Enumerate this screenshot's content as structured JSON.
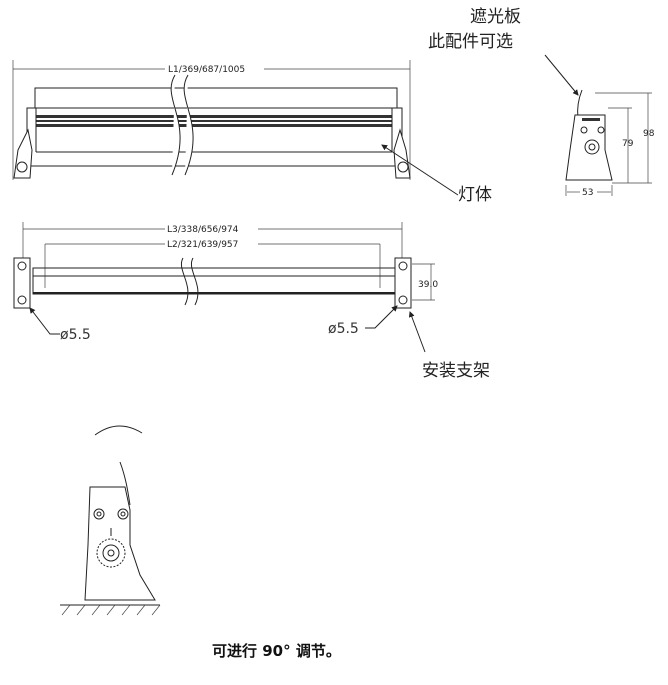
{
  "labels": {
    "shade_line1": "遮光板",
    "shade_line2": "此配件可选",
    "lamp_body": "灯体",
    "bracket": "安装支架",
    "caption": "可进行 90° 调节。"
  },
  "dimensions": {
    "l1": "L1/369/687/1005",
    "l2": "L2/321/639/957",
    "l3": "L3/338/656/974",
    "height_79": "79",
    "height_98": "98",
    "width_53": "53",
    "height_39": "39.0",
    "hole_left": "ø5.5",
    "hole_right": "ø5.5"
  }
}
